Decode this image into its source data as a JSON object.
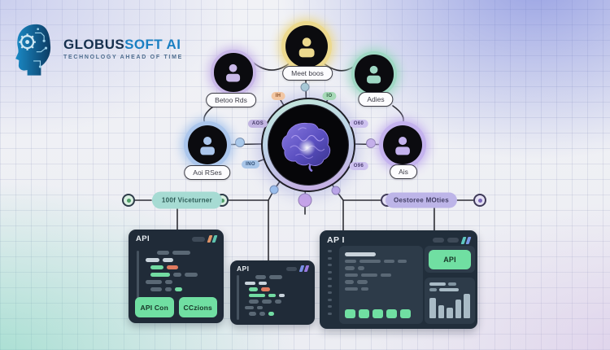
{
  "logo": {
    "brand_primary": "GLOBUS",
    "brand_secondary": "SOFT AI",
    "tagline": "TECHNOLOGY AHEAD OF TIME"
  },
  "colors": {
    "accent_green": "#70dfa2"
  },
  "network": {
    "avatars": [
      {
        "id": "top",
        "label": "Meet boos",
        "color": "#ecd98e"
      },
      {
        "id": "upper_left",
        "label": "Betoo Rds",
        "color": "#c9b8e8"
      },
      {
        "id": "upper_right",
        "label": "Adies",
        "color": "#9fd8c4"
      },
      {
        "id": "lower_left",
        "label": "Aoi RSes",
        "color": "#abc6ec"
      },
      {
        "id": "lower_right",
        "label": "Ais",
        "color": "#c4b2ee"
      }
    ],
    "tags": [
      {
        "label": "IH",
        "bg": "#f2c6a2",
        "fg": "#8a5028"
      },
      {
        "label": "IO",
        "bg": "#a6d9b7",
        "fg": "#2e5c3e"
      },
      {
        "label": "AOS",
        "bg": "#c2b5e2",
        "fg": "#443a66"
      },
      {
        "label": "O60",
        "bg": "#cdc1ef",
        "fg": "#4a3e70"
      },
      {
        "label": "INO",
        "bg": "#a9c6e8",
        "fg": "#2c4a70"
      },
      {
        "label": "O96",
        "bg": "#cdc1ef",
        "fg": "#4a3e70"
      }
    ]
  },
  "connectors": {
    "left_pill": "100f Viceturner",
    "right_pill": "Oestoree MOties"
  },
  "panels": {
    "left": {
      "title": "API",
      "button_primary": "API Con",
      "button_secondary": "CCzions"
    },
    "middle": {
      "title": "API"
    },
    "right": {
      "title": "AP I",
      "button": "API"
    }
  }
}
